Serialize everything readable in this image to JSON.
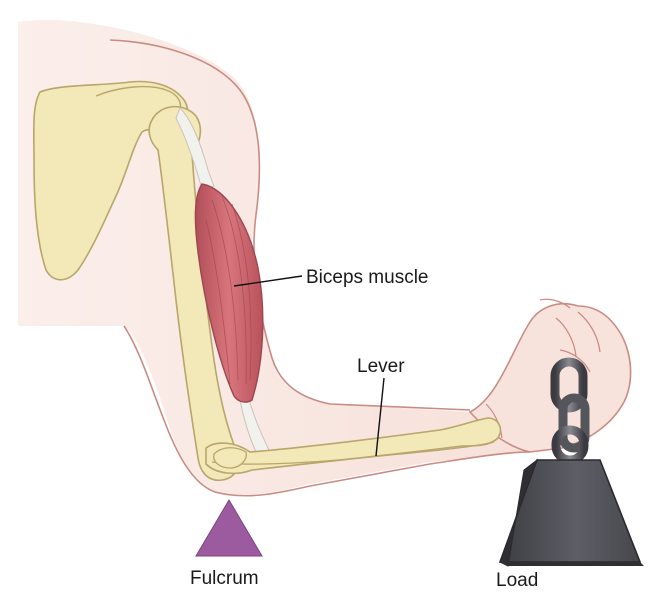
{
  "labels": {
    "biceps": "Biceps muscle",
    "lever": "Lever",
    "fulcrum": "Fulcrum",
    "load": "Load"
  },
  "colors": {
    "skin": "#f8e6e0",
    "skin_outline": "#c98c84",
    "bone": "#f2e8b8",
    "bone_outline": "#b8a66a",
    "muscle": "#c7616a",
    "tendon": "#f1f1ee",
    "fulcrum": "#9b5b9e",
    "weight": "#4a4a50",
    "chain": "#5a5a60"
  }
}
